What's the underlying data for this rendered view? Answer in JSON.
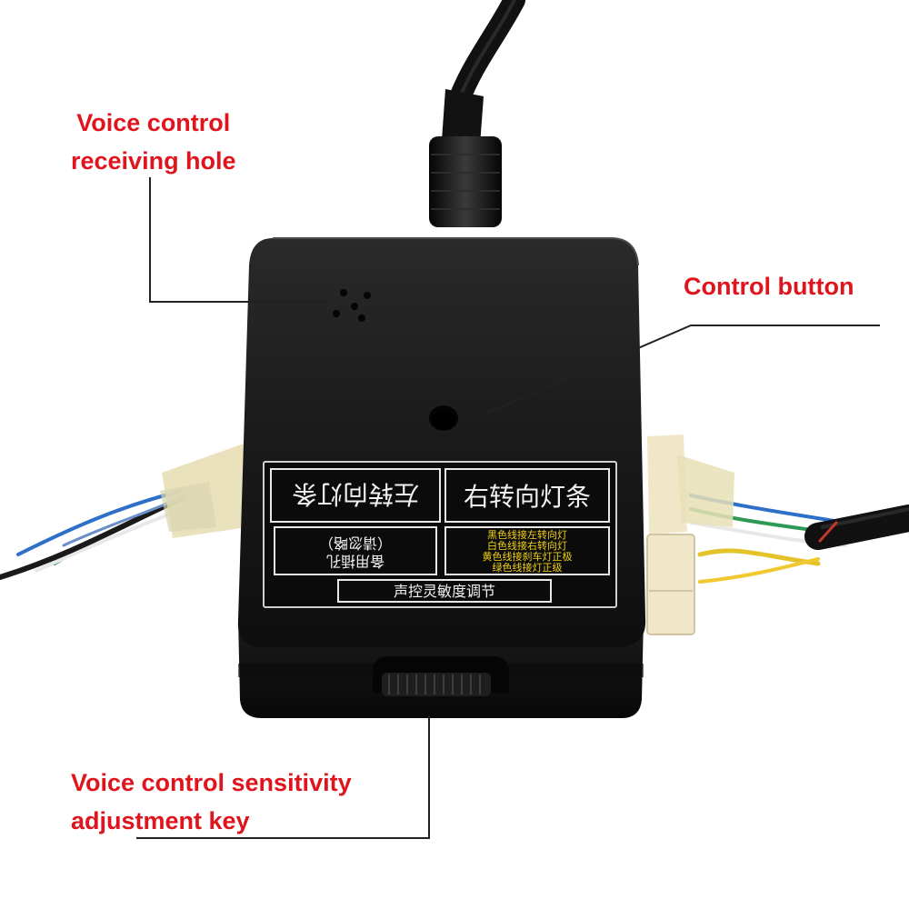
{
  "callouts": {
    "voice_hole": {
      "line1": "Voice control",
      "line2": "receiving hole"
    },
    "control_button": {
      "label": "Control button"
    },
    "sensitivity": {
      "line1": "Voice control sensitivity",
      "line2": "adjustment key"
    }
  },
  "device_panel": {
    "left_turn_strip": "左转向灯条",
    "right_turn_strip": "右转向灯条",
    "spare_hole_line1": "备用插孔",
    "spare_hole_line2": "（请忽略）",
    "wiring_note_line1": "黑色线接左转向灯",
    "wiring_note_line2": "白色线接右转向灯",
    "wiring_note_line3": "黄色线接刹车灯正极",
    "wiring_note_line4": "绿色线接灯正级",
    "sensitivity_adjust": "声控灵敏度调节"
  },
  "colors": {
    "callout_text": "#e0141c",
    "leader_line": "#222222",
    "device_body": "#161616",
    "label_text": "#f2f2f2",
    "wiring_note_text": "#f3d21a",
    "tape": "#e9e0b8",
    "connector": "#f0e6c8"
  }
}
